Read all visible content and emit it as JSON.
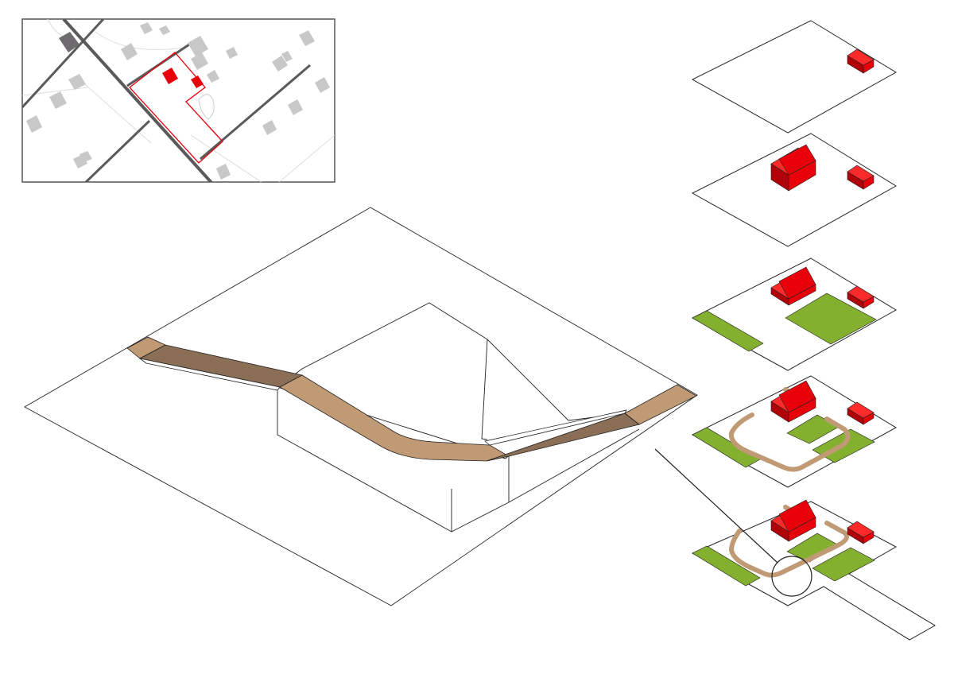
{
  "colors": {
    "background": "#ffffff",
    "line": "#222222",
    "building_red": "#e8000b",
    "building_red_dark": "#b00008",
    "building_red_light": "#ff2a2a",
    "lawn_green": "#83b02e",
    "path_tan": "#c09a75",
    "path_tan_dark": "#8a6e55",
    "map_building_gray": "#c8c8c8",
    "map_road_gray": "#5a5a5a",
    "map_dark_building": "#6e6b6e"
  },
  "location_map": {
    "frame_color": "#555555",
    "site_outline_color": "#e8000b"
  },
  "sections": {
    "main_view": "site-section-axonometric",
    "layers": [
      "plot",
      "buildings",
      "lawns",
      "path",
      "path-with-driveway"
    ],
    "detail_callout": "path-junction-detail"
  }
}
